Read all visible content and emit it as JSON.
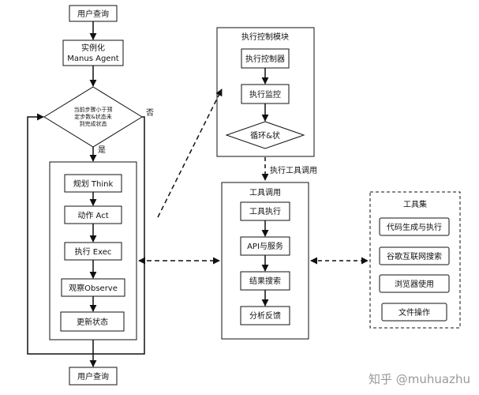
{
  "nodes": {
    "start": "用户查询",
    "instantiate_line1": "实例化",
    "instantiate_line2": "Manus Agent",
    "decision_line1": "当前步骤小于预",
    "decision_line2": "定步数&状态未",
    "decision_line3": "到完成状态",
    "no_label": "否",
    "yes_label": "是",
    "loop_steps": [
      "规划 Think",
      "动作 Act",
      "执行 Exec",
      "观察Observe",
      "更新状态"
    ],
    "end": "用户查询"
  },
  "exec_control": {
    "title": "执行控制模块",
    "items": [
      "执行控制器",
      "执行监控"
    ],
    "loop_diamond": "循环&状"
  },
  "tool_call_link_label": "执行工具调用",
  "tool_call": {
    "title": "工具调用",
    "items": [
      "工具执行",
      "API与服务",
      "结果搜索",
      "分析反馈"
    ]
  },
  "toolset": {
    "title": "工具集",
    "items": [
      "代码生成与执行",
      "谷歌互联网搜索",
      "浏览器使用",
      "文件操作"
    ]
  },
  "watermark": "知乎 @muhuazhu"
}
